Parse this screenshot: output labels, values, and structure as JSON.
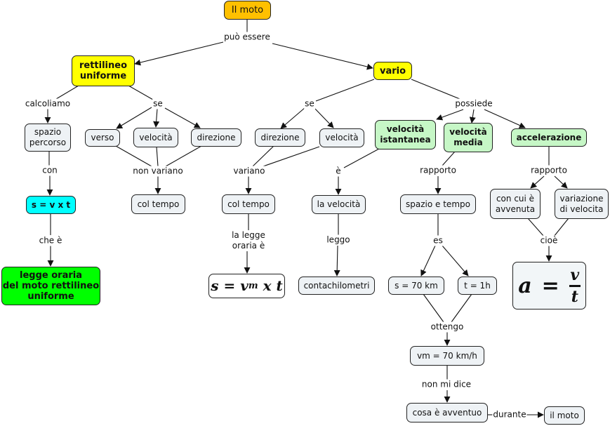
{
  "colors": {
    "root": "#FFC000",
    "main_concept": "#FFFF00",
    "formula_box": "#00FFFF",
    "law_box": "#00FF00",
    "property_box": "#C6F7C6",
    "default_node": "#EEF2F5",
    "line": "#111111"
  },
  "nodes": {
    "root": "Il moto",
    "rettilineo": "rettilineo\nuniforme",
    "vario": "vario",
    "spazio_percorso": "spazio\npercorso",
    "verso": "verso",
    "velocita_1": "velocità",
    "direzione_1": "direzione",
    "svt": "s = v x t",
    "col_tempo_1": "col tempo",
    "legge_oraria": "legge oraria\ndel moto rettilineo\nuniforme",
    "direzione_2": "direzione",
    "velocita_2": "velocità",
    "vel_istantanea": "velocità\nistantanea",
    "vel_media": "velocità\nmedia",
    "accelerazione": "accelerazione",
    "col_tempo_2": "col tempo",
    "la_velocita": "la velocità",
    "spazio_tempo": "spazio e tempo",
    "con_cui": "con cui è\navvenuta",
    "variazione": "variazione\ndi velocita",
    "formula_s": {
      "s": "s",
      "eq": "=",
      "v": "v",
      "m": "m",
      "x": "x",
      "t": "t"
    },
    "contachilometri": "contachilometri",
    "s70": "s = 70 km",
    "t1h": "t = 1h",
    "formula_a": {
      "a": "a",
      "eq": "=",
      "num": "v",
      "den": "t"
    },
    "vm70": "vm = 70 km/h",
    "cosa": "cosa è avventuo",
    "il_moto_2": "il moto"
  },
  "links": {
    "puo_essere": "può essere",
    "calcoliamo": "calcoliamo",
    "se_1": "se",
    "con": "con",
    "non_variano": "non variano",
    "che_e": "che è",
    "se_2": "se",
    "possiede": "possiede",
    "variano": "variano",
    "e": "è",
    "rapporto_1": "rapporto",
    "rapporto_2": "rapporto",
    "la_legge": "la legge\noraria è",
    "leggo": "leggo",
    "es": "es",
    "cioe": "cioè",
    "ottengo": "ottengo",
    "non_mi_dice": "non mi dice",
    "durante": "durante"
  }
}
